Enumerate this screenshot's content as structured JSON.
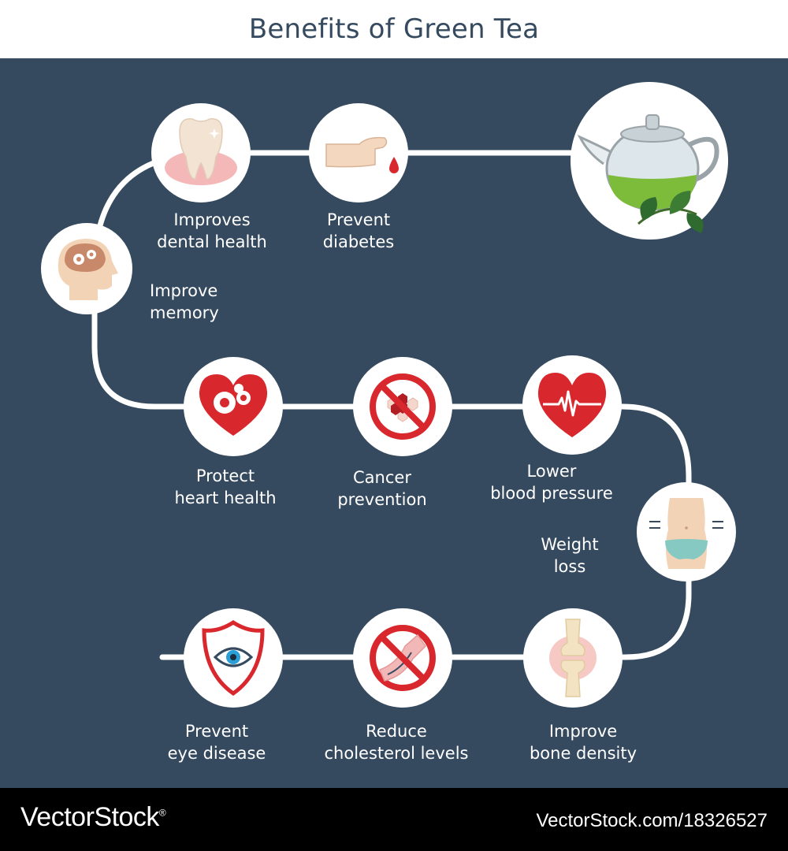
{
  "title": "Benefits of Green Tea",
  "benefits": {
    "dental": [
      "Improves",
      "dental health"
    ],
    "diabetes": [
      "Prevent",
      "diabetes"
    ],
    "memory": [
      "Improve",
      "memory"
    ],
    "heart": [
      "Protect",
      "heart health"
    ],
    "cancer": [
      "Cancer",
      "prevention"
    ],
    "pressure": [
      "Lower",
      "blood pressure"
    ],
    "weight": [
      "Weight",
      "loss"
    ],
    "bone": [
      "Improve",
      "bone density"
    ],
    "cholesterol": [
      "Reduce",
      "cholesterol levels"
    ],
    "eye": [
      "Prevent",
      "eye disease"
    ]
  },
  "footer": {
    "brand": "VectorStock",
    "registered": "®",
    "id": "VectorStock.com/18326527"
  },
  "colors": {
    "background": "#364a5f",
    "title": "#354a5f",
    "accent_red": "#d8282e",
    "tea_green": "#7dbb3a"
  },
  "icons": [
    "teapot-icon",
    "tooth-icon",
    "finger-blood-drop-icon",
    "brain-head-icon",
    "heart-gears-icon",
    "no-cancer-cells-icon",
    "heart-pulse-icon",
    "waist-icon",
    "knee-joint-icon",
    "no-cholesterol-artery-icon",
    "eye-shield-icon"
  ]
}
